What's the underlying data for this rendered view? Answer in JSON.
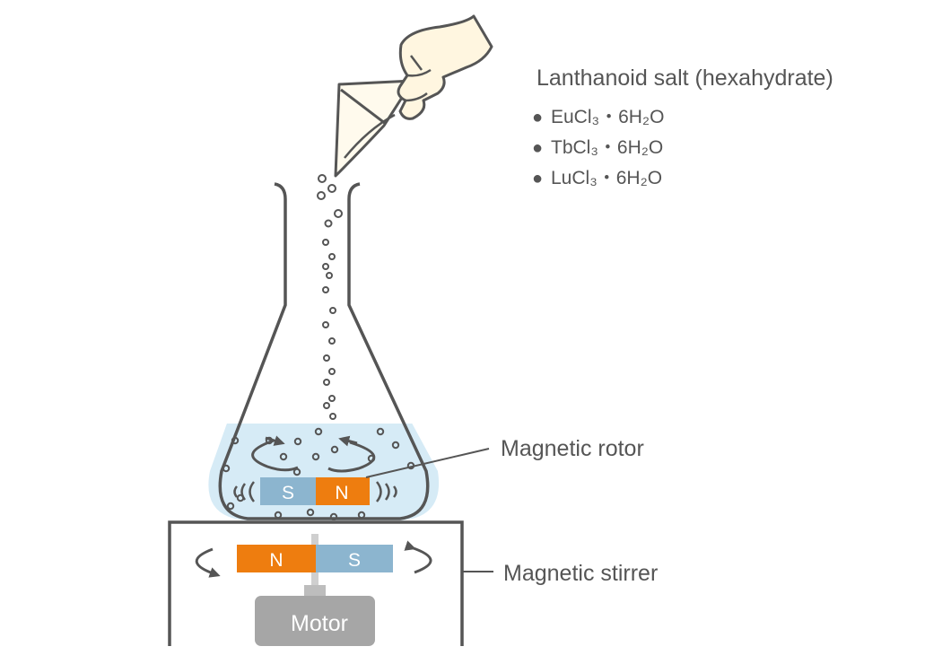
{
  "salt_title": "Lanthanoid salt (hexahydrate)",
  "salts": [
    {
      "bullet": "●",
      "text": "EuCl₃・6H₂O"
    },
    {
      "bullet": "●",
      "text": "TbCl₃・6H₂O"
    },
    {
      "bullet": "●",
      "text": "LuCl₃・6H₂O"
    }
  ],
  "labels": {
    "rotor": "Magnetic rotor",
    "stirrer": "Magnetic stirrer",
    "motor": "Motor"
  },
  "poles": {
    "rotor_left": "S",
    "rotor_right": "N",
    "stirrer_left": "N",
    "stirrer_right": "S"
  },
  "colors": {
    "outline": "#555555",
    "liquid": "#d6ebf6",
    "north": "#ee7d0f",
    "south": "#8cb5cf",
    "motor": "#a6a6a6"
  }
}
